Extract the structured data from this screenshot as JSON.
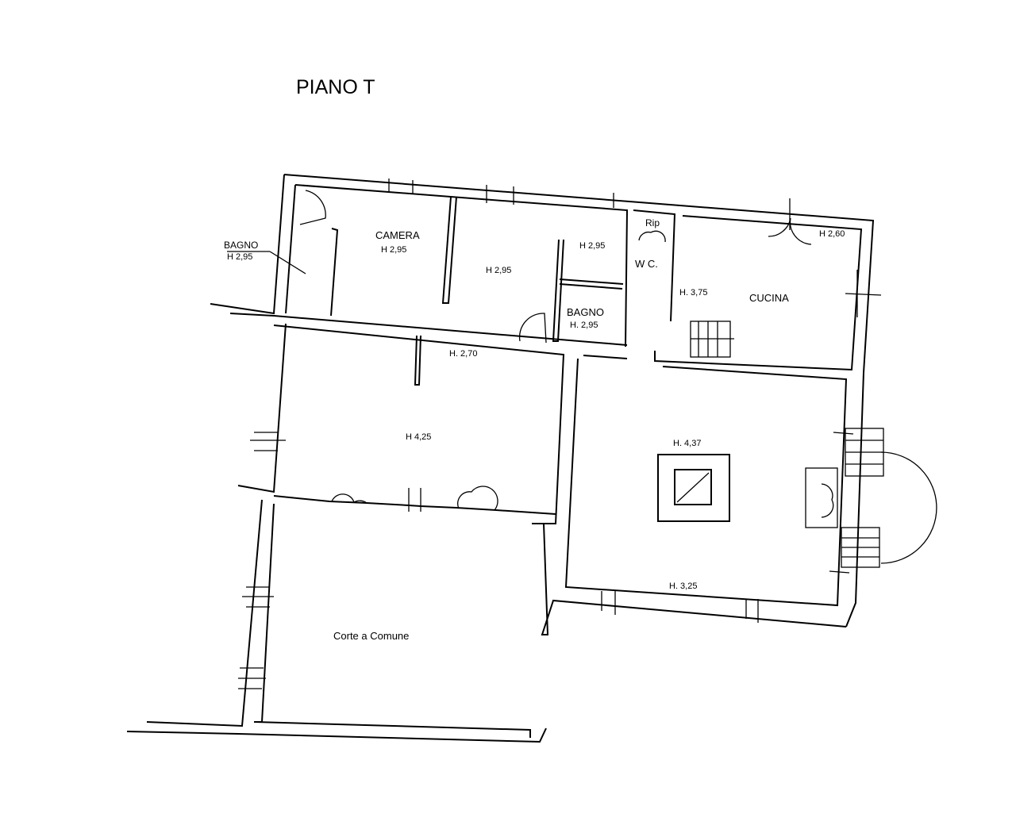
{
  "title": "PIANO   T",
  "rooms": {
    "bagno_left": {
      "name": "BAGNO",
      "height": "H  2,95"
    },
    "camera": {
      "name": "CAMERA",
      "height": "H  2,95"
    },
    "middle_room": {
      "height": "H  2,95"
    },
    "small_room": {
      "height": "H  2,95"
    },
    "bagno_right": {
      "name": "BAGNO",
      "height": "H. 2,95"
    },
    "rip": {
      "name": "Rip"
    },
    "wc": {
      "name": "W C."
    },
    "cucina": {
      "name": "CUCINA",
      "height": "H. 3,75",
      "height2": "H  2,60"
    },
    "corridor": {
      "height": "H. 2,70"
    },
    "living_left": {
      "height": "H  4,25"
    },
    "living_right": {
      "height": "H. 4,37",
      "height2": "H. 3,25"
    },
    "courtyard": {
      "name": "Corte a Comune"
    }
  }
}
